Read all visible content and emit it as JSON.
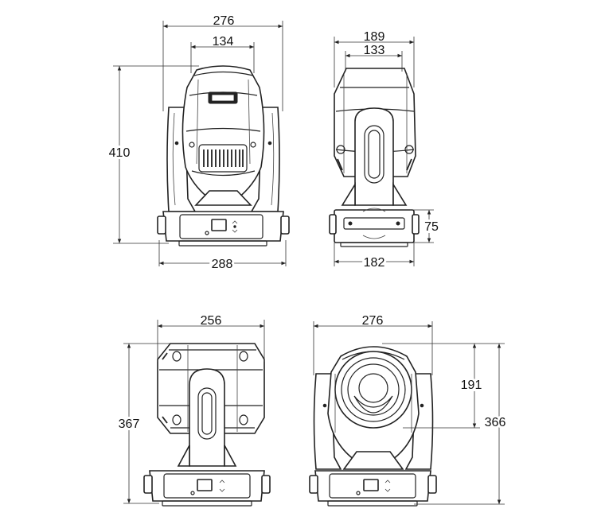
{
  "views": {
    "front": {
      "head_width": "276",
      "handle_width": "134",
      "total_height": "410",
      "base_width": "288"
    },
    "side": {
      "head_width": "189",
      "handle_width": "133",
      "base_height": "75",
      "base_width": "182"
    },
    "rear": {
      "head_width": "256",
      "total_height": "367"
    },
    "lens": {
      "width": "276",
      "head_height": "191",
      "total_height": "366"
    }
  },
  "colors": {
    "line": "#222222",
    "background": "#ffffff"
  }
}
